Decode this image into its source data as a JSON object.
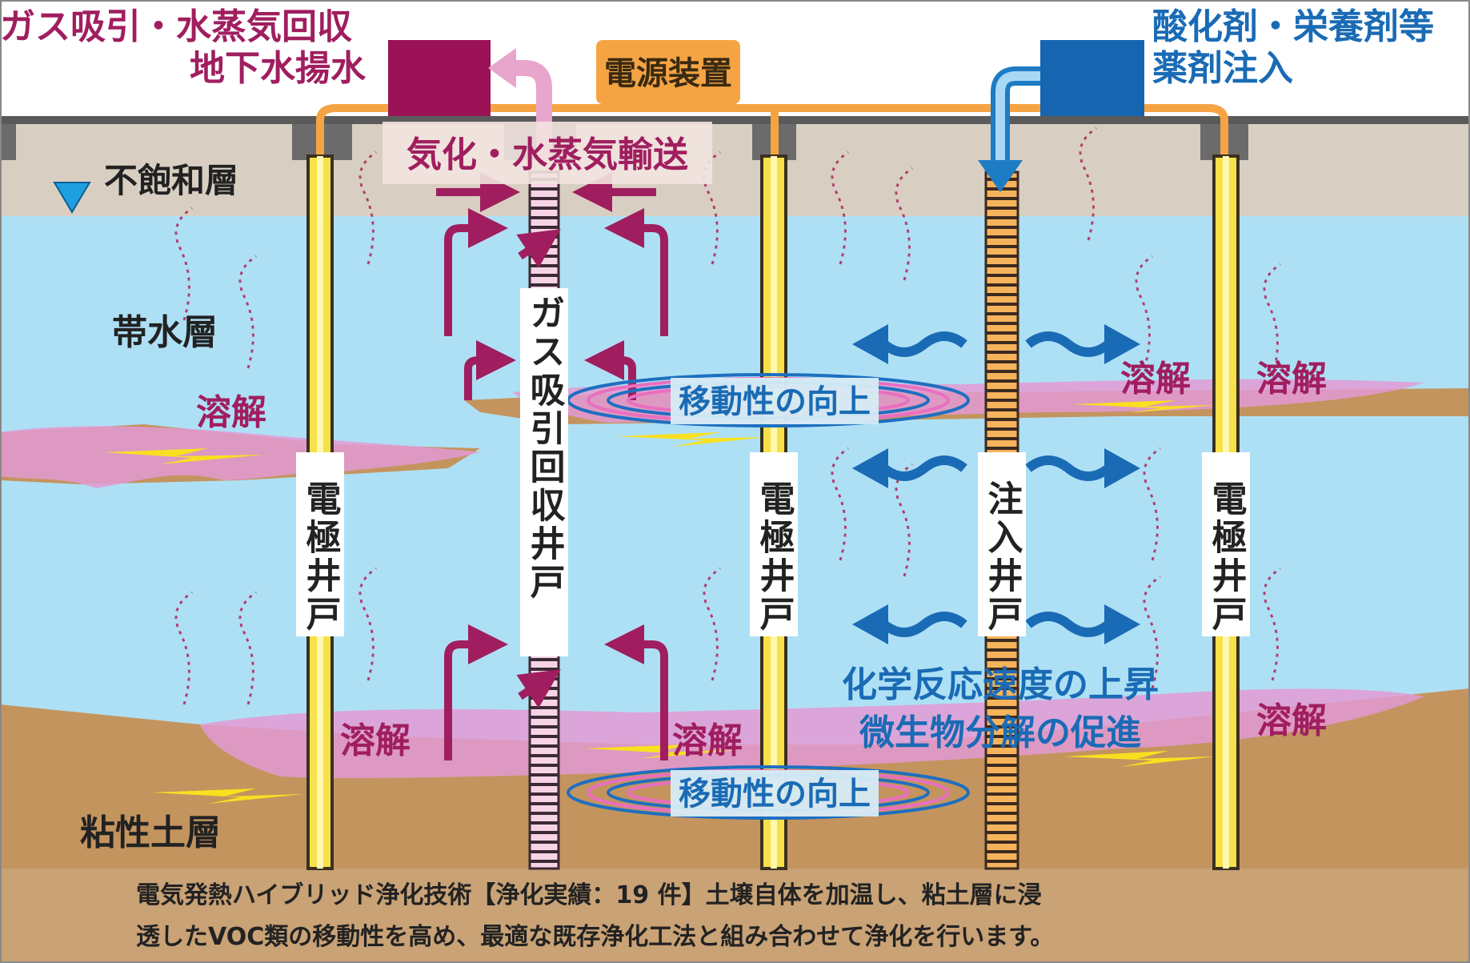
{
  "top_left": {
    "line1": "ガス吸引・水蒸気回収",
    "line2": "地下水揚水"
  },
  "top_right": {
    "line1": "酸化剤・栄養剤等",
    "line2": "薬剤注入"
  },
  "power_unit": "電源装置",
  "vapor_transport": "気化・水蒸気輸送",
  "layers": {
    "unsaturated": "不飽和層",
    "aquifer": "帯水層",
    "clay": "粘性土層"
  },
  "dissolution": "溶解",
  "mobility_up": "移動性の向上",
  "reaction": {
    "line1": "化学反応速度の上昇",
    "line2": "微生物分解の促進"
  },
  "wells": {
    "electrode": "電極井戸",
    "recovery": "ガス吸引回収井戸",
    "injection": "注入井戸"
  },
  "caption": {
    "line1": "電気発熱ハイブリッド浄化技術【浄化実績：19 件】土壌自体を加温し、粘土層に浸",
    "line2": "透したVOC類の移動性を高め、最適な既存浄化工法と組み合わせて浄化を行います。"
  },
  "colors": {
    "magenta_text": "#a01e5f",
    "blue_text": "#1a6bb5",
    "water": "#aee0f5",
    "soil": "#c4945f",
    "unsaturated": "#d8cfc2",
    "power": "#f5a444",
    "contaminant": "#e39ad4"
  }
}
